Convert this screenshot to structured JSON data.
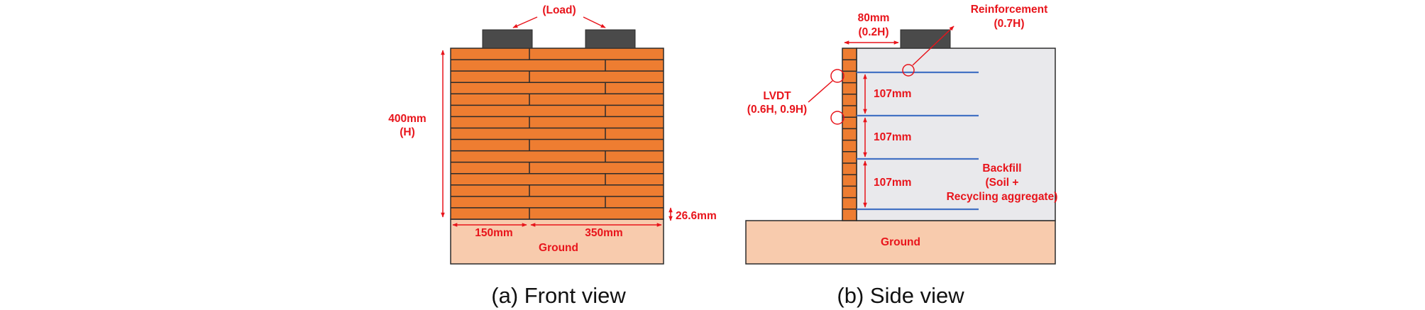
{
  "colors": {
    "brick": "#ee7d31",
    "mortar": "#2b2b2b",
    "ground": "#f8cbad",
    "load": "#4a4a4a",
    "backfill": "#e9e9ec",
    "reinforcement": "#4472c4",
    "annotation": "#e8141b",
    "caption": "#111111"
  },
  "front_view": {
    "load_label": "(Load)",
    "height_label_1": "400mm",
    "height_label_2": "(H)",
    "course_label": "26.6mm",
    "width_left_label": "150mm",
    "width_right_label": "350mm",
    "ground_label": "Ground",
    "caption": "(a)  Front  view"
  },
  "side_view": {
    "offset_label_1": "80mm",
    "offset_label_2": "(0.2H)",
    "reinforcement_label_1": "Reinforcement",
    "reinforcement_label_2": "(0.7H)",
    "lvdt_label_1": "LVDT",
    "lvdt_label_2": "(0.6H, 0.9H)",
    "spacing_labels": [
      "107mm",
      "107mm",
      "107mm"
    ],
    "backfill_label_1": "Backfill",
    "backfill_label_2": "(Soil +",
    "backfill_label_3": "Recycling aggregate)",
    "ground_label": "Ground",
    "caption": "(b)  Side  view"
  }
}
